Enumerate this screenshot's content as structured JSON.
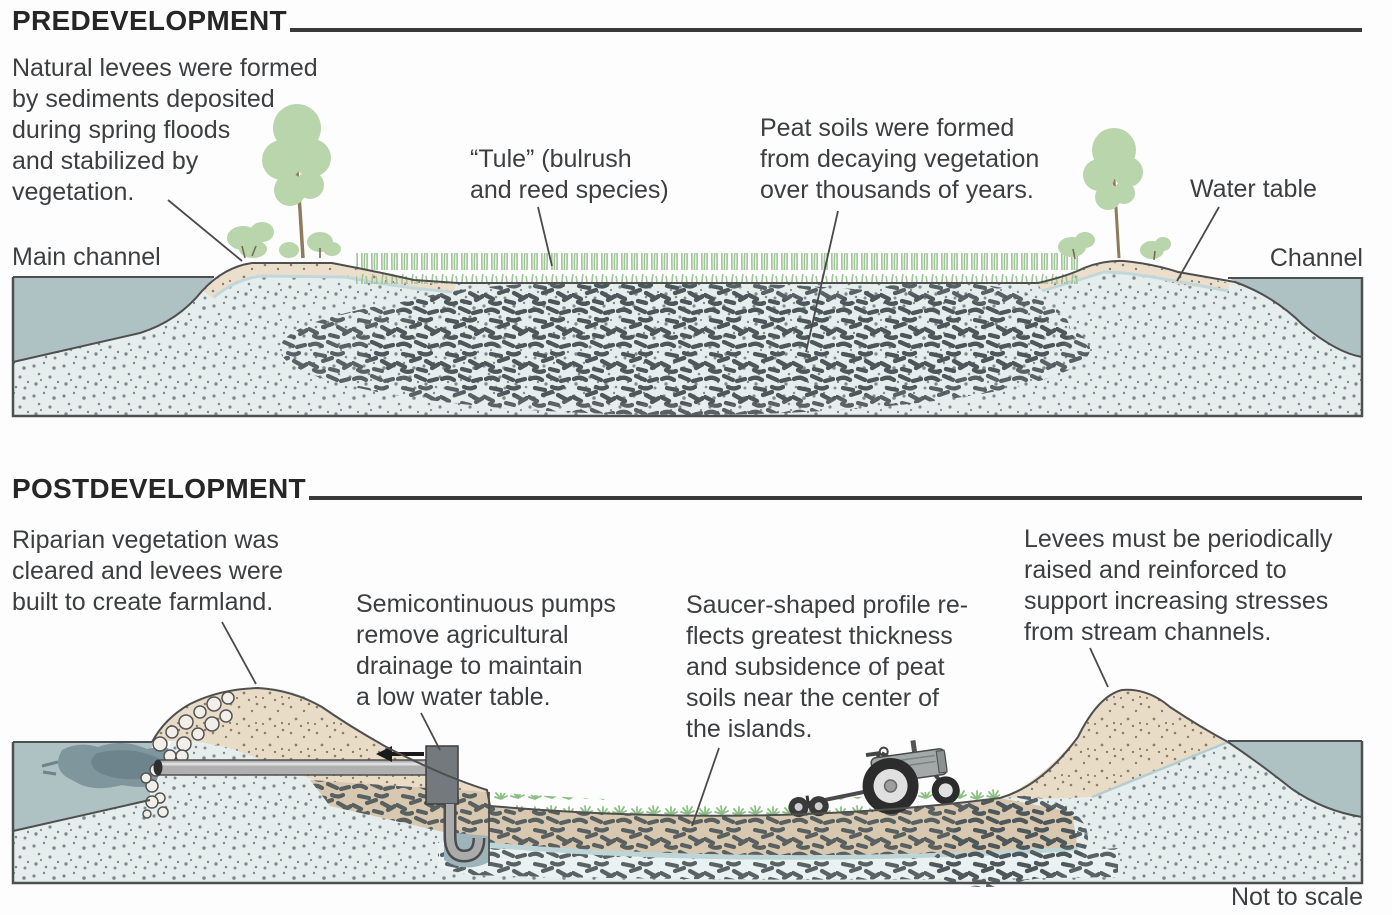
{
  "predevelopment": {
    "title": "PREDEVELOPMENT",
    "annotations": {
      "natural_levees": "Natural levees were formed\nby sediments deposited\nduring spring floods\nand stabilized by\nvegetation.",
      "tule": "“Tule” (bulrush\nand reed species)",
      "peat_soils": "Peat soils were formed\nfrom decaying vegetation\nover thousands of years.",
      "water_table": "Water table",
      "main_channel": "Main channel",
      "channel": "Channel"
    }
  },
  "postdevelopment": {
    "title": "POSTDEVELOPMENT",
    "annotations": {
      "riparian": "Riparian vegetation was\ncleared and levees were\nbuilt to create farmland.",
      "pumps": "Semicontinuous pumps\nremove agricultural\ndrainage to maintain\na low water table.",
      "saucer": "Saucer-shaped profile re-\nflects greatest thickness\nand subsidence of peat\nsoils near the center of\nthe islands.",
      "levees": "Levees must be periodically\nraised and reinforced to\nsupport increasing stresses\nfrom stream channels."
    }
  },
  "footnote": "Not to scale",
  "colors": {
    "water": "#aec1c3",
    "sediment": "#e5eeed",
    "peat_dark": "#4d5759",
    "levee_tan": "#ebdecb",
    "peat_tan": "#d7c8af",
    "vegetation_green": "#b9d5ac",
    "crop_green": "#8cc083",
    "pipe_grey": "#b0b0b0",
    "text": "#3c3e40"
  }
}
